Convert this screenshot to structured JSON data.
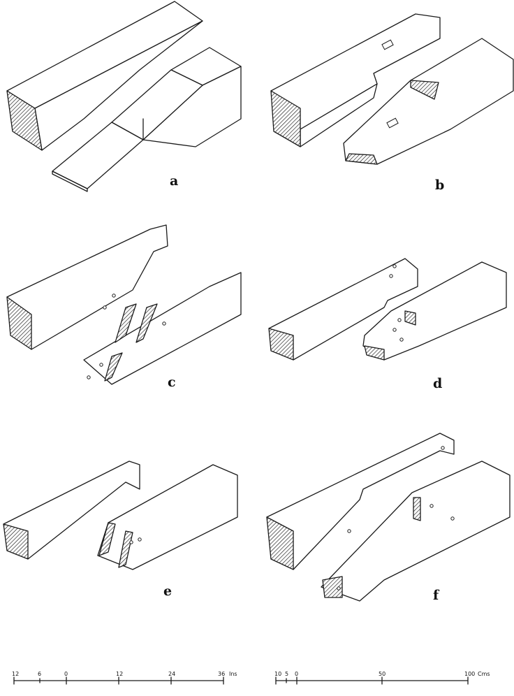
{
  "labels": [
    "a",
    "b",
    "c",
    "d",
    "e",
    "f"
  ],
  "scale_inches": {
    "ticks": [
      "12",
      "6",
      "0",
      "12",
      "24",
      "36"
    ],
    "unit": "Ins"
  },
  "scale_cm": {
    "ticks": [
      "10",
      "5",
      "0",
      "50",
      "100"
    ],
    "unit": "Cms"
  }
}
